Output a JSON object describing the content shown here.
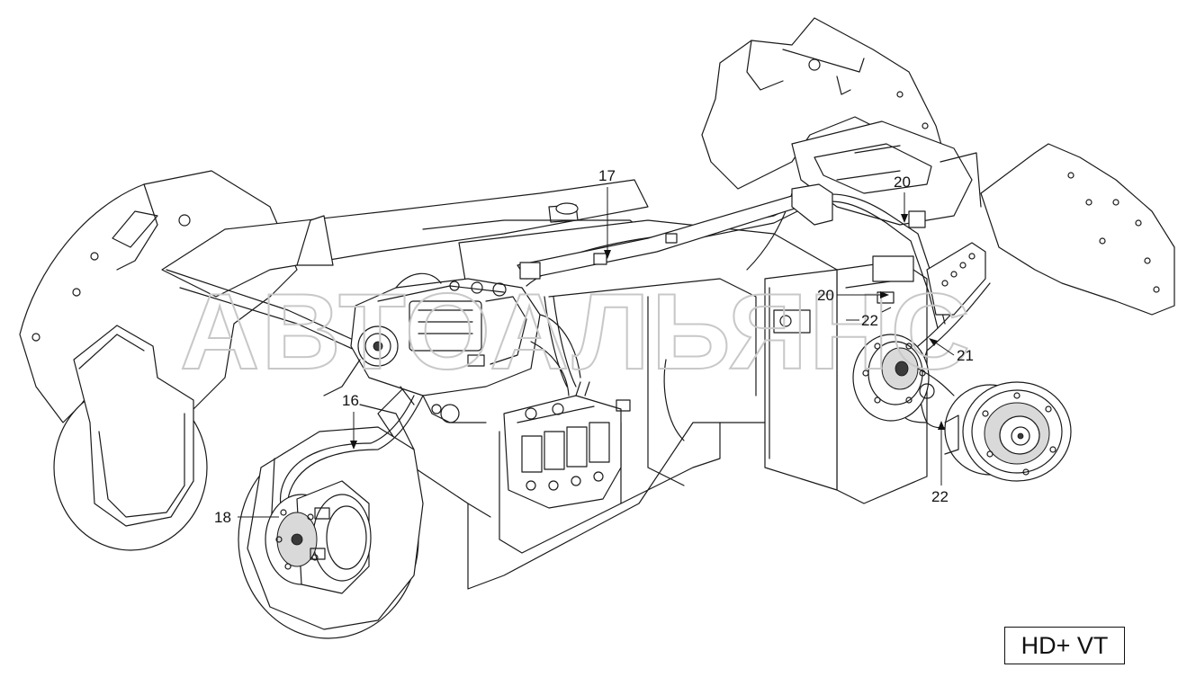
{
  "diagram": {
    "watermark": "АВТОАЛЬЯНС",
    "variant_label": "HD+ VT",
    "callouts": [
      {
        "id": "c16",
        "label": "16"
      },
      {
        "id": "c17",
        "label": "17"
      },
      {
        "id": "c18",
        "label": "18"
      },
      {
        "id": "c20a",
        "label": "20"
      },
      {
        "id": "c20b",
        "label": "20"
      },
      {
        "id": "c21",
        "label": "21"
      },
      {
        "id": "c22a",
        "label": "22"
      },
      {
        "id": "c22b",
        "label": "22"
      }
    ]
  }
}
